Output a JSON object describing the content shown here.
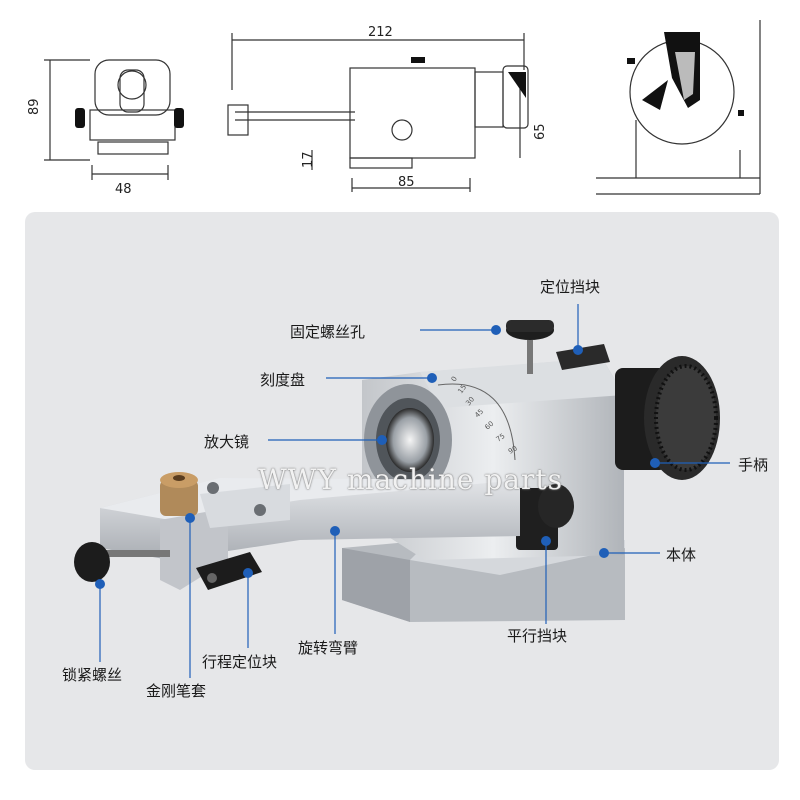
{
  "drawing": {
    "dims": {
      "width_212": "212",
      "height_89": "89",
      "width_48": "48",
      "height_65": "65",
      "height_17": "17",
      "width_85": "85"
    }
  },
  "callouts": {
    "positioning_stop": "定位挡块",
    "fixing_screw_hole": "固定螺丝孔",
    "dial": "刻度盘",
    "magnifier": "放大镜",
    "handle": "手柄",
    "body": "本体",
    "parallel_stop": "平行挡块",
    "rotary_arm": "旋转弯臂",
    "travel_stop": "行程定位块",
    "lock_screw": "锁紧螺丝",
    "diamond_pen_sleeve": "金刚笔套"
  },
  "dial_ticks": [
    "0",
    "15",
    "30",
    "45",
    "60",
    "75",
    "90"
  ],
  "watermark": "WWY machine parts",
  "colors": {
    "dot": "#1f5fb8",
    "panel": "#e6e7e9",
    "steel": "#c9ccd0"
  }
}
